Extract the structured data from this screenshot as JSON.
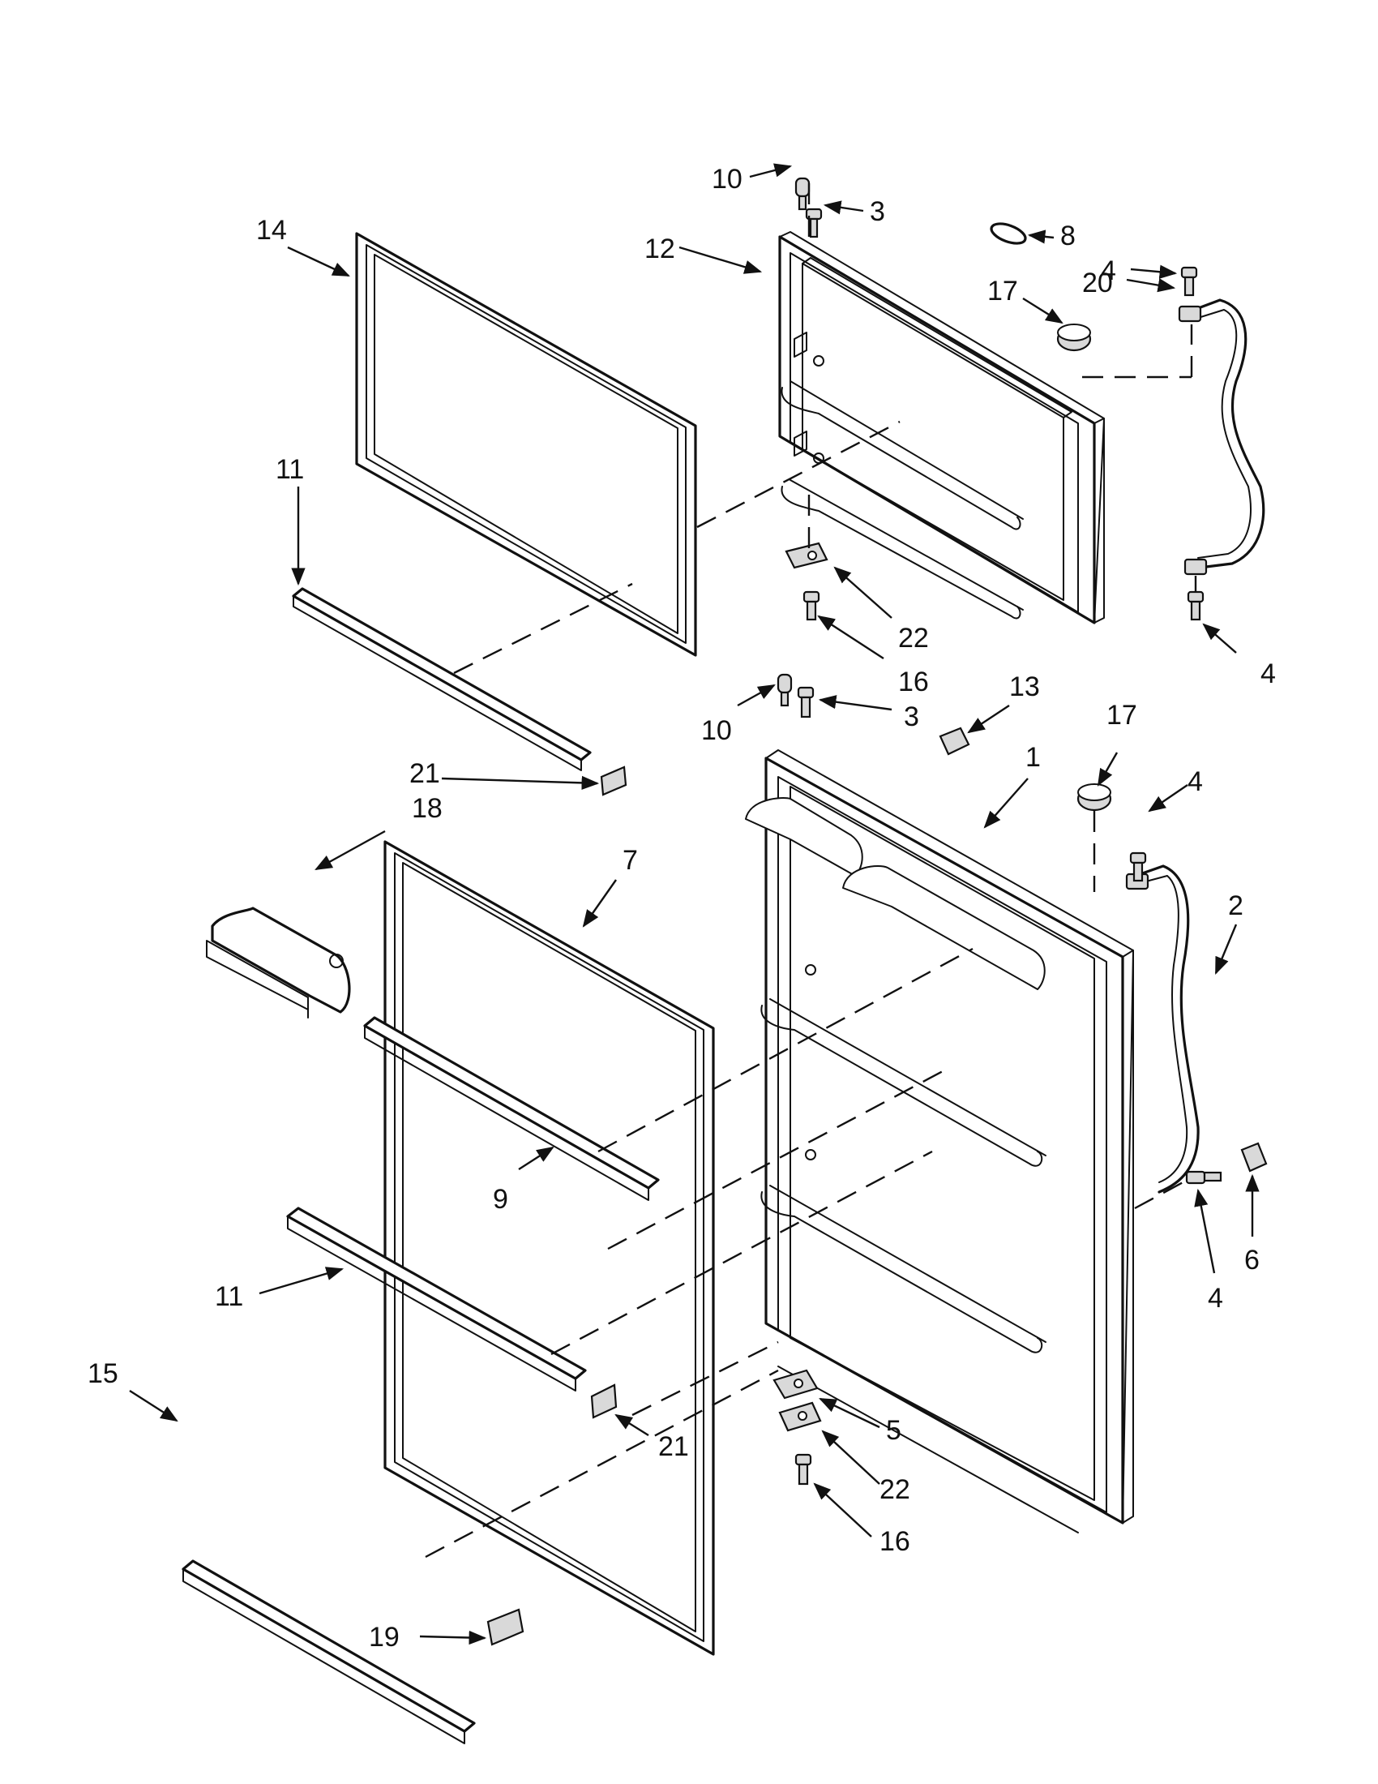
{
  "diagram": {
    "callouts": [
      {
        "id": "c-10-top",
        "label": "10"
      },
      {
        "id": "c-3-top",
        "label": "3"
      },
      {
        "id": "c-14",
        "label": "14"
      },
      {
        "id": "c-12",
        "label": "12"
      },
      {
        "id": "c-8",
        "label": "8"
      },
      {
        "id": "c-4-top",
        "label": "4"
      },
      {
        "id": "c-17-top",
        "label": "17"
      },
      {
        "id": "c-20",
        "label": "20"
      },
      {
        "id": "c-11-top",
        "label": "11"
      },
      {
        "id": "c-22-top",
        "label": "22"
      },
      {
        "id": "c-16-top",
        "label": "16"
      },
      {
        "id": "c-4-right",
        "label": "4"
      },
      {
        "id": "c-13",
        "label": "13"
      },
      {
        "id": "c-10-mid",
        "label": "10"
      },
      {
        "id": "c-3-mid",
        "label": "3"
      },
      {
        "id": "c-17-mid",
        "label": "17"
      },
      {
        "id": "c-1",
        "label": "1"
      },
      {
        "id": "c-4-mid",
        "label": "4"
      },
      {
        "id": "c-21-top",
        "label": "21"
      },
      {
        "id": "c-18",
        "label": "18"
      },
      {
        "id": "c-7",
        "label": "7"
      },
      {
        "id": "c-2",
        "label": "2"
      },
      {
        "id": "c-9",
        "label": "9"
      },
      {
        "id": "c-4-low",
        "label": "4"
      },
      {
        "id": "c-6",
        "label": "6"
      },
      {
        "id": "c-11-low",
        "label": "11"
      },
      {
        "id": "c-15",
        "label": "15"
      },
      {
        "id": "c-21-low",
        "label": "21"
      },
      {
        "id": "c-5",
        "label": "5"
      },
      {
        "id": "c-22-low",
        "label": "22"
      },
      {
        "id": "c-16-low",
        "label": "16"
      },
      {
        "id": "c-19",
        "label": "19"
      }
    ]
  }
}
